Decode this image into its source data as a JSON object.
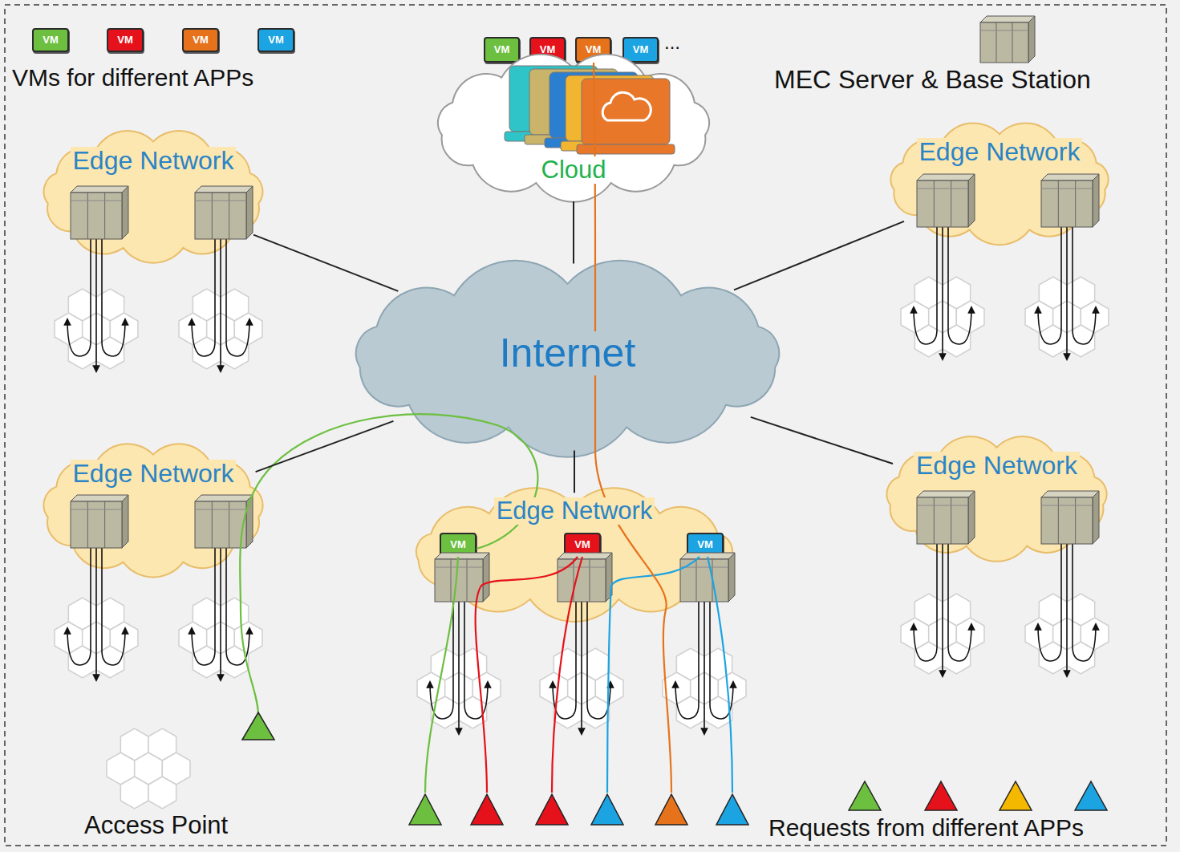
{
  "diagram": {
    "nodes": [
      {
        "text": [
          "VM"
        ]
      },
      {
        "text": [
          "VM"
        ]
      },
      {
        "text": [
          "VM"
        ]
      },
      {
        "text": [
          "VM"
        ]
      },
      {
        "text": [
          "VM"
        ]
      },
      {
        "text": [
          "VM"
        ]
      },
      {
        "text": [
          "VM"
        ]
      },
      {
        "text": [
          "VM"
        ]
      },
      {
        "text": [
          "Cloud"
        ]
      },
      {
        "text": [
          "Edge Network"
        ]
      },
      {
        "text": [
          "Edge Network"
        ]
      },
      {
        "text": [
          "Internet"
        ]
      },
      {
        "text": [
          "Edge Network"
        ]
      },
      {
        "text": [
          "Edge Network"
        ]
      },
      {
        "text": [
          "VM"
        ],
        "in": 13
      },
      {
        "text": [
          "VM"
        ],
        "in": 13
      },
      {
        "text": [
          "VM"
        ],
        "in": 13
      },
      {
        "text": [
          "Edge Network"
        ]
      }
    ],
    "edges": [
      {
        "from": 8,
        "to": 11,
        "arrow": "none"
      },
      {
        "from": 9,
        "to": 11,
        "arrow": "none"
      },
      {
        "from": 10,
        "to": 11,
        "arrow": "none"
      },
      {
        "from": 12,
        "to": 11,
        "arrow": "none"
      },
      {
        "from": 13,
        "to": 11,
        "arrow": "none"
      },
      {
        "from": 17,
        "to": 11,
        "arrow": "none"
      }
    ],
    "labels": [
      "VMs for different APPs",
      "...",
      "MEC Server & Base Station",
      "Access Point",
      "Requests from different APPs"
    ]
  }
}
